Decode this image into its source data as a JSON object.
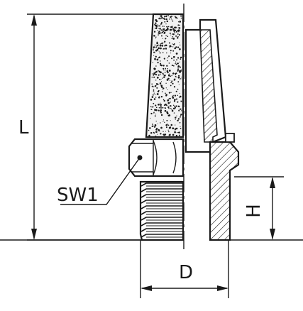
{
  "labels": {
    "length": "L",
    "wrench_size": "SW1",
    "thread_diameter": "D",
    "thread_height": "H"
  },
  "colors": {
    "line": "#1a1a1a",
    "background": "#ffffff"
  }
}
